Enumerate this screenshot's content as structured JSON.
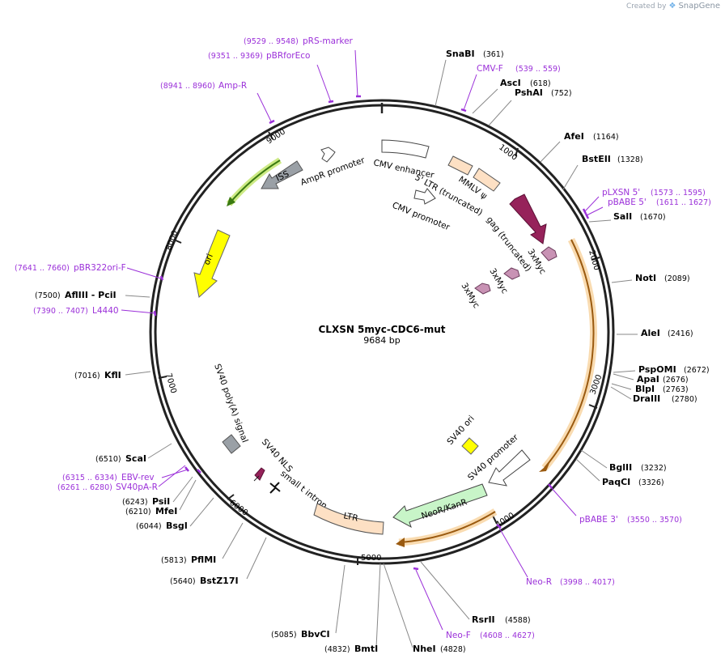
{
  "brand": {
    "created_by": "Created by",
    "logo": "SnapGene"
  },
  "plasmid": {
    "name": "CLXSN 5myc-CDC6-mut",
    "size": "9684 bp"
  },
  "ticks": [
    "1000",
    "2000",
    "3000",
    "4000",
    "5000",
    "6000",
    "7000",
    "8000",
    "9000"
  ],
  "enzymes": [
    {
      "name": "SnaBI",
      "pos": "(361)"
    },
    {
      "name": "AscI",
      "pos": "(618)"
    },
    {
      "name": "PshAI",
      "pos": "(752)"
    },
    {
      "name": "AfeI",
      "pos": "(1164)"
    },
    {
      "name": "BstEII",
      "pos": "(1328)"
    },
    {
      "name": "SalI",
      "pos": "(1670)"
    },
    {
      "name": "NotI",
      "pos": "(2089)"
    },
    {
      "name": "AleI",
      "pos": "(2416)"
    },
    {
      "name": "PspOMI",
      "pos": "(2672)"
    },
    {
      "name": "ApaI",
      "pos": "(2676)"
    },
    {
      "name": "BlpI",
      "pos": "(2763)"
    },
    {
      "name": "DraIII",
      "pos": "(2780)"
    },
    {
      "name": "BglII",
      "pos": "(3232)"
    },
    {
      "name": "PaqCI",
      "pos": "(3326)"
    },
    {
      "name": "RsrII",
      "pos": "(4588)"
    },
    {
      "name": "NheI",
      "pos": "(4828)"
    },
    {
      "name": "BmtI",
      "pos": "(4832)"
    },
    {
      "name": "BbvCI",
      "pos": "(5085)"
    },
    {
      "name": "BstZ17I",
      "pos": "(5640)"
    },
    {
      "name": "PflMI",
      "pos": "(5813)"
    },
    {
      "name": "BsgI",
      "pos": "(6044)"
    },
    {
      "name": "MfeI",
      "pos": "(6210)"
    },
    {
      "name": "PsiI",
      "pos": "(6243)"
    },
    {
      "name": "ScaI",
      "pos": "(6510)"
    },
    {
      "name": "KflI",
      "pos": "(7016)"
    },
    {
      "name": "AflIII - PciI",
      "pos": "(7500)"
    }
  ],
  "primers": [
    {
      "name": "pRS-marker",
      "pos": "(9529 .. 9548)"
    },
    {
      "name": "pBRforEco",
      "pos": "(9351 .. 9369)"
    },
    {
      "name": "Amp-R",
      "pos": "(8941 .. 8960)"
    },
    {
      "name": "CMV-F",
      "pos": "(539 .. 559)"
    },
    {
      "name": "pLXSN 5'",
      "pos": "(1573 .. 1595)"
    },
    {
      "name": "pBABE 5'",
      "pos": "(1611 .. 1627)"
    },
    {
      "name": "pBABE 3'",
      "pos": "(3550 .. 3570)"
    },
    {
      "name": "Neo-R",
      "pos": "(3998 .. 4017)"
    },
    {
      "name": "Neo-F",
      "pos": "(4608 .. 4627)"
    },
    {
      "name": "EBV-rev",
      "pos": "(6315 .. 6334)"
    },
    {
      "name": "SV40pA-R",
      "pos": "(6261 .. 6280)"
    },
    {
      "name": "pBR322ori-F",
      "pos": "(7641 .. 7660)"
    },
    {
      "name": "L4440",
      "pos": "(7390 .. 7407)"
    }
  ],
  "features": [
    {
      "name": "CMV enhancer"
    },
    {
      "name": "5' LTR (truncated)"
    },
    {
      "name": "MMLV ψ"
    },
    {
      "name": "CMV promoter"
    },
    {
      "name": "gag (truncated)"
    },
    {
      "name": "3xMyc"
    },
    {
      "name": "3xMyc"
    },
    {
      "name": "3xMyc"
    },
    {
      "name": "AmpR promoter"
    },
    {
      "name": "ISS"
    },
    {
      "name": "ori"
    },
    {
      "name": "SV40 poly(A) signal"
    },
    {
      "name": "SV40 NLS"
    },
    {
      "name": "small t intron"
    },
    {
      "name": "LTR"
    },
    {
      "name": "SV40 ori"
    },
    {
      "name": "SV40 promoter"
    },
    {
      "name": "NeoR/KanR"
    }
  ],
  "colors": {
    "backbone": "#222222",
    "primer": "#9b30d9",
    "gag": "#96225a",
    "myc": "#c892b4",
    "ltr": "#fde0c4",
    "ori": "#ffff00",
    "iss": "#9aa0a6",
    "neo": "#c8f5c8",
    "orf_fill": "#f5a540",
    "orf2_fill": "#c8e878",
    "orf2_line": "#3a7a10"
  }
}
